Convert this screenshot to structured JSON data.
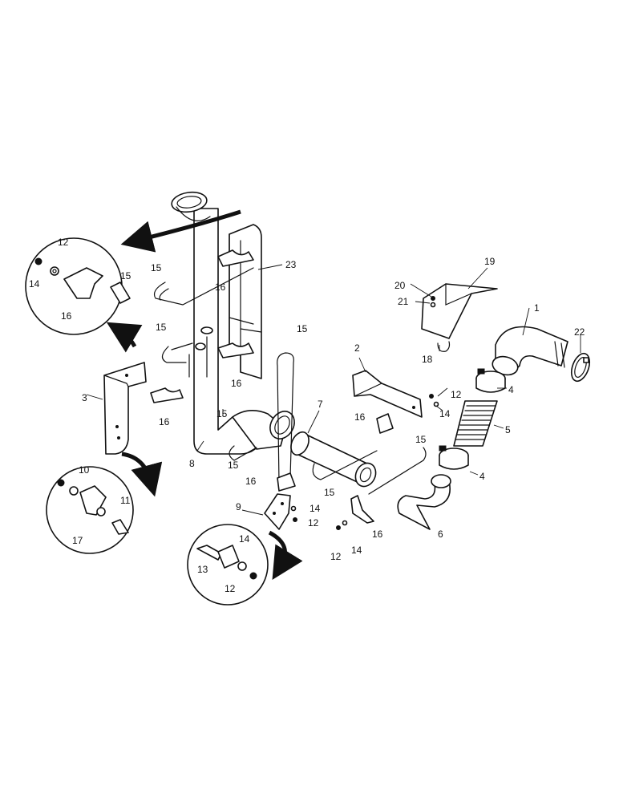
{
  "diagram": {
    "callouts": {
      "c1": "1",
      "c2": "2",
      "c3": "3",
      "c4a": "4",
      "c4b": "4",
      "c5": "5",
      "c6": "6",
      "c7": "7",
      "c8": "8",
      "c9": "9",
      "c10": "10",
      "c11": "11",
      "c12a": "12",
      "c12b": "12",
      "c12c": "12",
      "c12d": "12",
      "c12e": "12",
      "c13": "13",
      "c14a": "14",
      "c14b": "14",
      "c14c": "14",
      "c14d": "14",
      "c14e": "14",
      "c15a": "15",
      "c15b": "15",
      "c15c": "15",
      "c15d": "15",
      "c15e": "15",
      "c15f": "15",
      "c15g": "15",
      "c15h": "15",
      "c16a": "16",
      "c16b": "16",
      "c16c": "16",
      "c16d": "16",
      "c16e": "16",
      "c16f": "16",
      "c16g": "16",
      "c17": "17",
      "c18": "18",
      "c19": "19",
      "c20": "20",
      "c21": "21",
      "c22": "22",
      "c23": "23"
    }
  }
}
